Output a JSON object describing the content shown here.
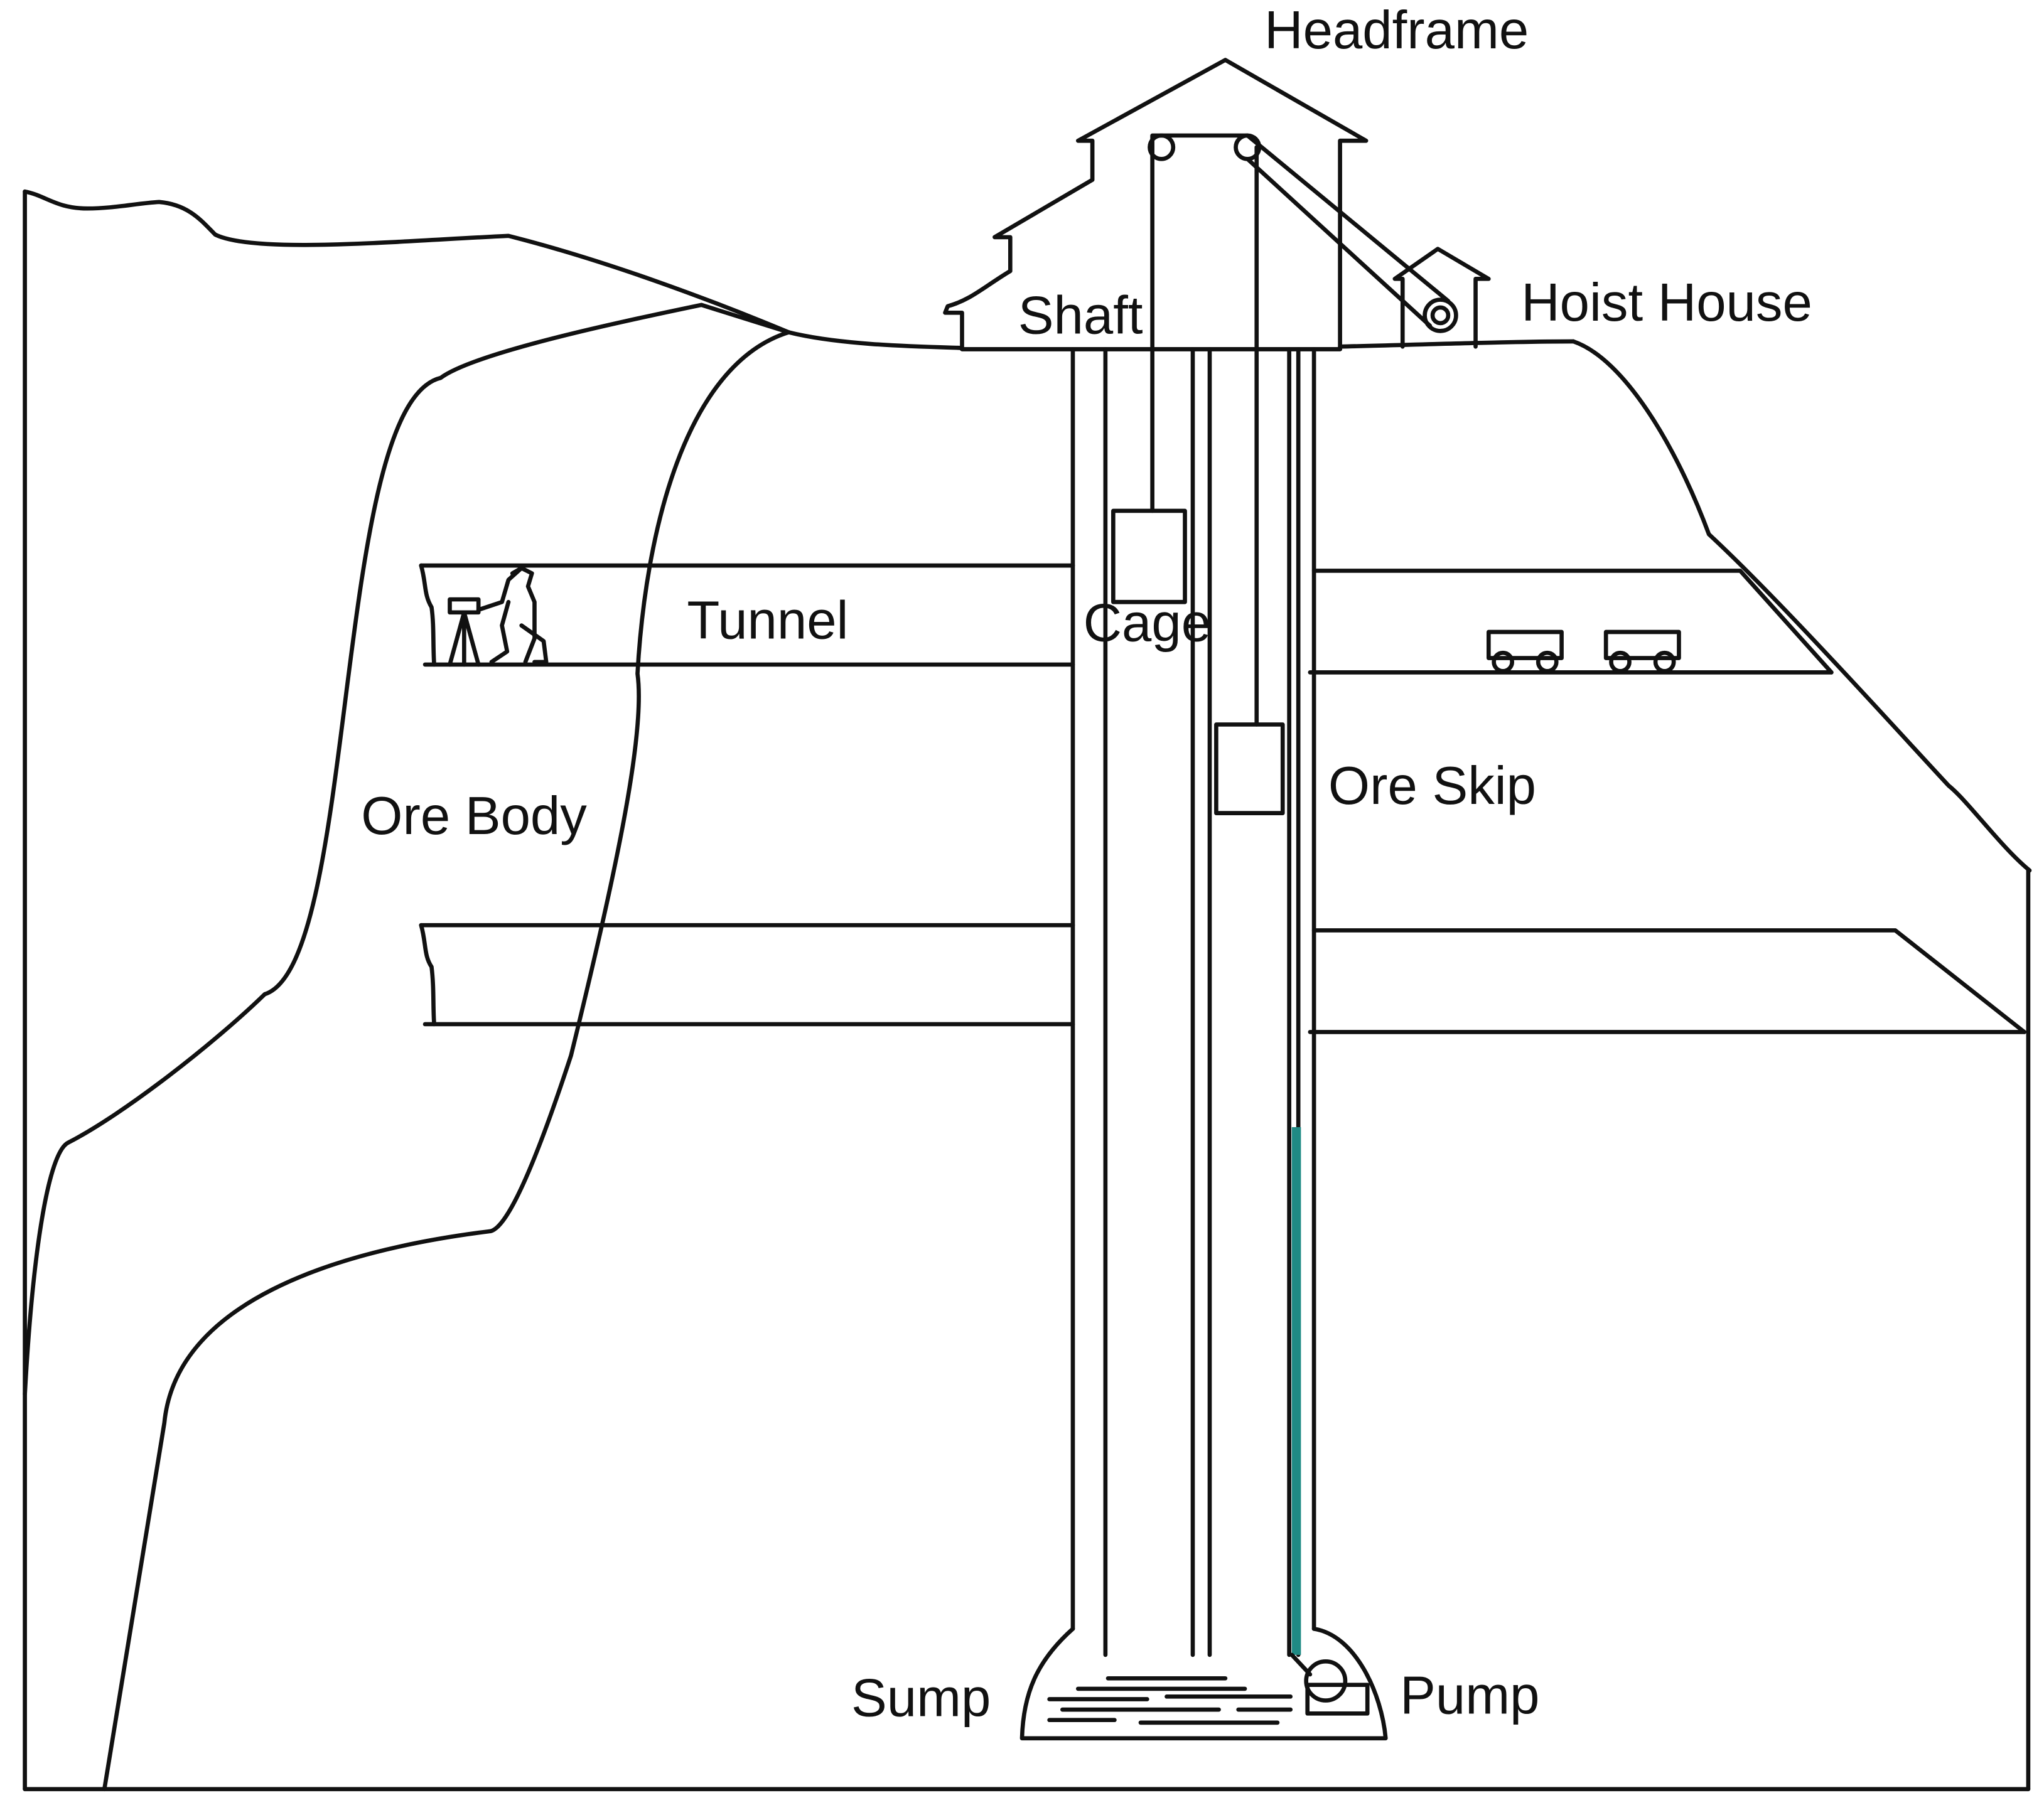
{
  "labels": {
    "headframe": "Headframe",
    "hoist_house": "Hoist House",
    "shaft": "Shaft",
    "tunnel": "Tunnel",
    "cage": "Cage",
    "ore_skip": "Ore Skip",
    "ore_body": "Ore Body",
    "sump": "Sump",
    "pump": "Pump"
  },
  "colors": {
    "line": "#111111",
    "background": "#ffffff",
    "pump_pipe": "#1f8a84"
  }
}
